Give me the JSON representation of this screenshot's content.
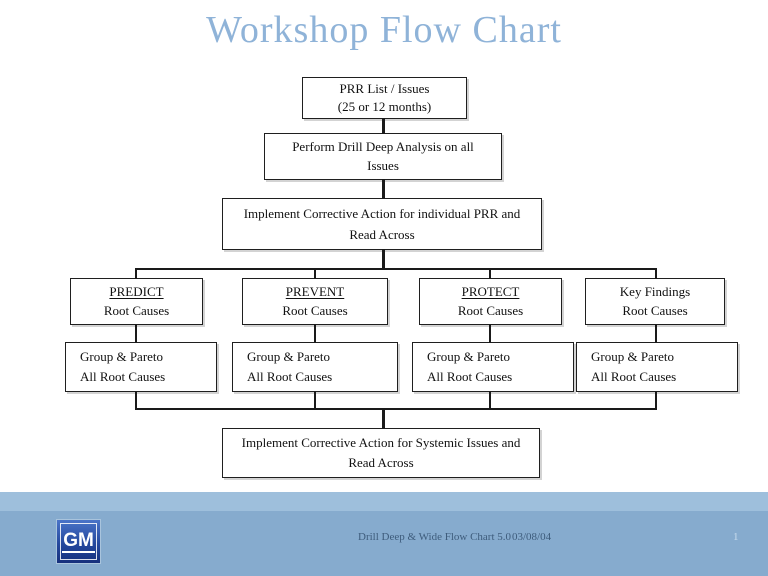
{
  "slide": {
    "title": "Workshop Flow Chart"
  },
  "flowchart": {
    "prr_box": {
      "line1": "PRR List / Issues",
      "line2": "(25 or 12 months)"
    },
    "drill_box": {
      "line1": "Perform Drill Deep Analysis on all",
      "line2": "Issues"
    },
    "individual_box": {
      "line1": "Implement Corrective Action for individual PRR and",
      "line2": "Read Across"
    },
    "columns": [
      {
        "heading": "PREDICT",
        "subheading": "Root Causes",
        "group_line1": "Group & Pareto",
        "group_line2": "All Root Causes"
      },
      {
        "heading": "PREVENT",
        "subheading": "Root Causes",
        "group_line1": "Group & Pareto",
        "group_line2": "All Root Causes"
      },
      {
        "heading": "PROTECT",
        "subheading": "Root Causes",
        "group_line1": "Group & Pareto",
        "group_line2": "All Root Causes"
      },
      {
        "heading": "Key Findings",
        "subheading": "Root Causes",
        "group_line1": "Group & Pareto",
        "group_line2": "All Root Causes"
      }
    ],
    "systemic_box": {
      "line1": "Implement Corrective Action for Systemic Issues and",
      "line2": "Read Across"
    }
  },
  "footer": {
    "logo": "GM",
    "document_title": "Drill Deep & Wide Flow Chart 5.0",
    "date": "03/08/04",
    "page_number": "1"
  },
  "colors": {
    "title_text": "#8fb3d8",
    "box_border": "#1f1f1f",
    "connector_line": "#1a1a1a",
    "footer_band_light": "#9ebfdc",
    "footer_band_dark": "#86abce",
    "footer_text": "#3e5c7c",
    "page_number_text": "#c8dcee",
    "logo_blue_top": "#4a74c8",
    "logo_blue_bottom": "#16307c"
  }
}
